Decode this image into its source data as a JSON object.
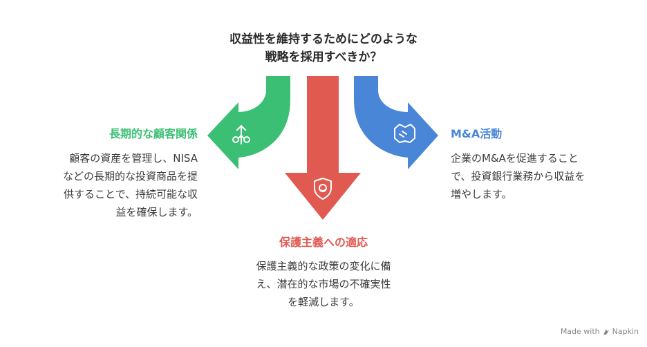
{
  "title": {
    "line1": "収益性を維持するためにどのような",
    "line2": "戦略を採用すべきか？"
  },
  "branches": {
    "left": {
      "heading": "長期的な顧客関係",
      "lines": [
        "顧客の資産を管理し、NISA",
        "などの長期的な投資商品を提",
        "供することで、持続可能な収",
        "益を確保します。"
      ],
      "color": "#3bbf74",
      "icon": "growth-plant-icon"
    },
    "middle": {
      "heading": "保護主義への適応",
      "lines": [
        "保護主義的な政策の変化に備",
        "え、潜在的な市場の不確実性",
        "を軽減します。"
      ],
      "color": "#e05a52",
      "icon": "shield-face-icon"
    },
    "right": {
      "heading": "M&A活動",
      "lines": [
        "企業のM&Aを促進すること",
        "で、投資銀行業務から収益を",
        "増やします。"
      ],
      "color": "#4a86d8",
      "icon": "handshake-icon"
    }
  },
  "footer": {
    "made_with": "Made with",
    "brand": "Napkin"
  }
}
